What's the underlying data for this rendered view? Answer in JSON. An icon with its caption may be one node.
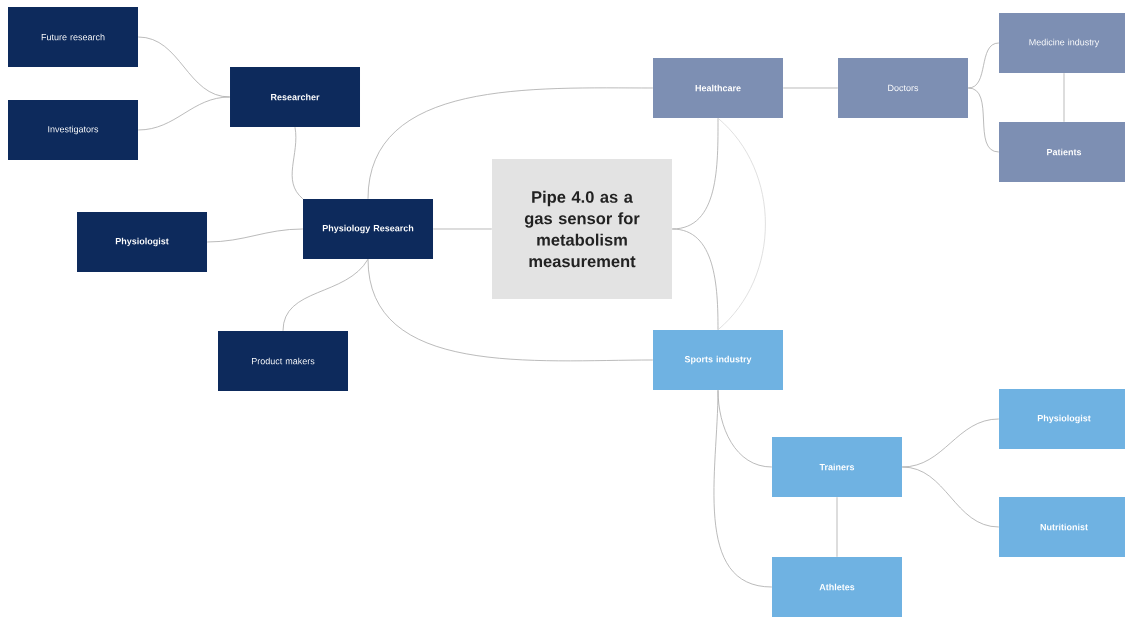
{
  "diagram": {
    "nodes": [
      {
        "text": [
          "Future research"
        ]
      },
      {
        "text": [
          "Investigators"
        ]
      },
      {
        "text": [
          "Researcher"
        ]
      },
      {
        "text": [
          "Physiologist"
        ]
      },
      {
        "text": [
          "Physiology Research"
        ]
      },
      {
        "text": [
          "Product makers"
        ]
      },
      {
        "text": [
          "Pipe 4.0 as a gas sensor for metabolism measurement"
        ]
      },
      {
        "text": [
          "Healthcare"
        ]
      },
      {
        "text": [
          "Doctors"
        ]
      },
      {
        "text": [
          "Medicine industry"
        ]
      },
      {
        "text": [
          "Patients"
        ]
      },
      {
        "text": [
          "Sports industry"
        ]
      },
      {
        "text": [
          "Trainers"
        ]
      },
      {
        "text": [
          "Physiologist"
        ]
      },
      {
        "text": [
          "Nutritionist"
        ]
      },
      {
        "text": [
          "Athletes"
        ]
      }
    ],
    "edges": [
      {
        "from": 0,
        "to": 2,
        "arrow": "none"
      },
      {
        "from": 1,
        "to": 2,
        "arrow": "none"
      },
      {
        "from": 2,
        "to": 4,
        "arrow": "none"
      },
      {
        "from": 3,
        "to": 4,
        "arrow": "none"
      },
      {
        "from": 5,
        "to": 4,
        "arrow": "none"
      },
      {
        "from": 4,
        "to": 6,
        "arrow": "none"
      },
      {
        "from": 4,
        "to": 7,
        "arrow": "none"
      },
      {
        "from": 4,
        "to": 11,
        "arrow": "none"
      },
      {
        "from": 6,
        "to": 7,
        "arrow": "none"
      },
      {
        "from": 6,
        "to": 11,
        "arrow": "none"
      },
      {
        "from": 7,
        "to": 11,
        "arrow": "none",
        "color": "#d8d8d8"
      },
      {
        "from": 7,
        "to": 8,
        "arrow": "none"
      },
      {
        "from": 8,
        "to": 9,
        "arrow": "none"
      },
      {
        "from": 8,
        "to": 10,
        "arrow": "none"
      },
      {
        "from": 9,
        "to": 10,
        "arrow": "none"
      },
      {
        "from": 11,
        "to": 12,
        "arrow": "none"
      },
      {
        "from": 11,
        "to": 15,
        "arrow": "none"
      },
      {
        "from": 12,
        "to": 13,
        "arrow": "none"
      },
      {
        "from": 12,
        "to": 14,
        "arrow": "none"
      },
      {
        "from": 12,
        "to": 15,
        "arrow": "none"
      }
    ]
  }
}
